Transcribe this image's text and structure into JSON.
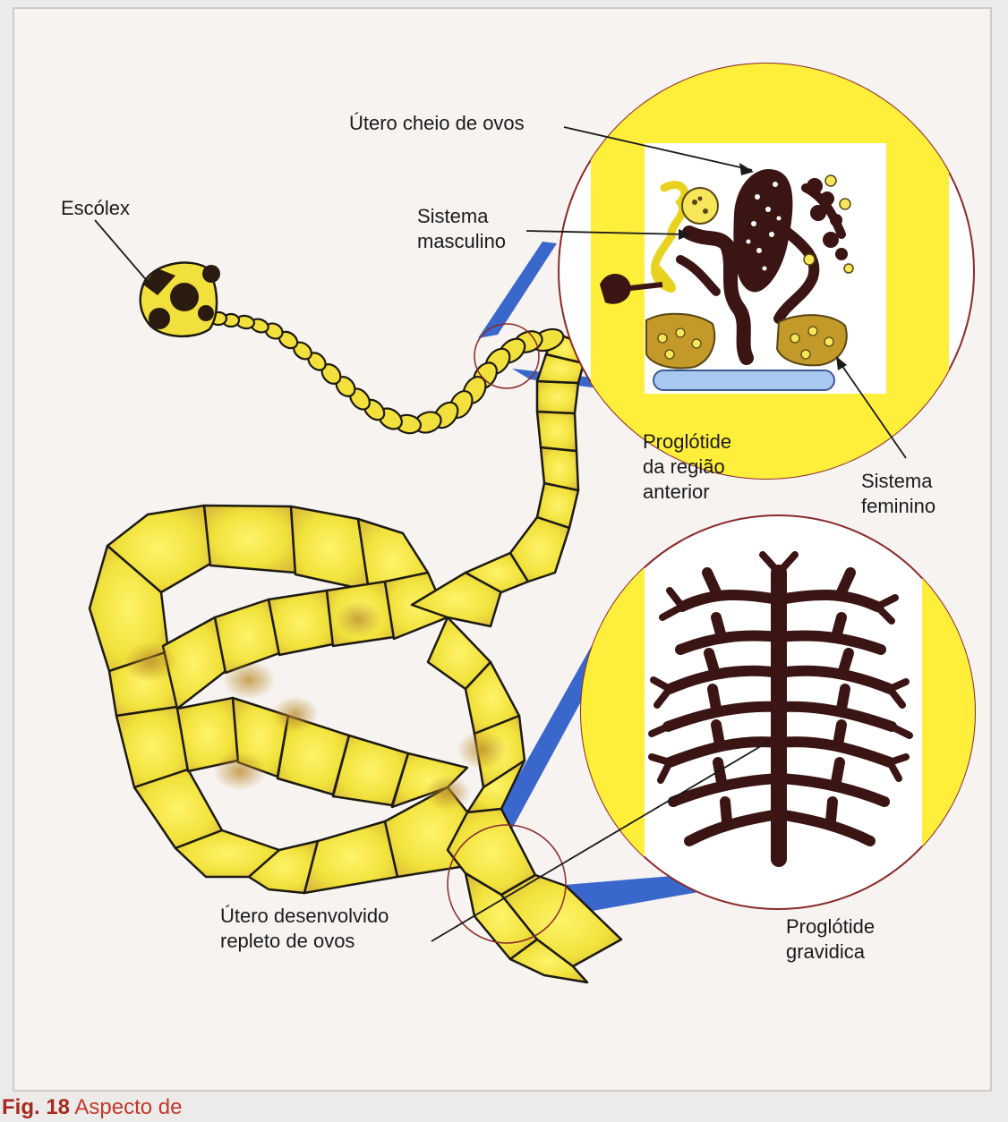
{
  "labels": {
    "scolex": "Escólex",
    "uterus_full": "Útero cheio de ovos",
    "male_system": "Sistema\nmasculino",
    "anterior_proglottid": "Proglótide\nda região\nanterior",
    "female_system": "Sistema\nfeminino",
    "uterus_developed": "Útero desenvolvido\nrepleto de ovos",
    "gravid_proglottid": "Proglótide\ngravidica"
  },
  "caption": {
    "fig_number": "Fig. 18",
    "text": " Aspecto de"
  },
  "colors": {
    "segment_fill": "#f1e23c",
    "segment_shadow": "#c9a331",
    "outline": "#1d1a12",
    "organ_dark": "#3b1414",
    "zoom_beam": "#2f5fc8",
    "zoom_ring": "#8a2a2a",
    "circle_yellow": "#ffee3a"
  }
}
